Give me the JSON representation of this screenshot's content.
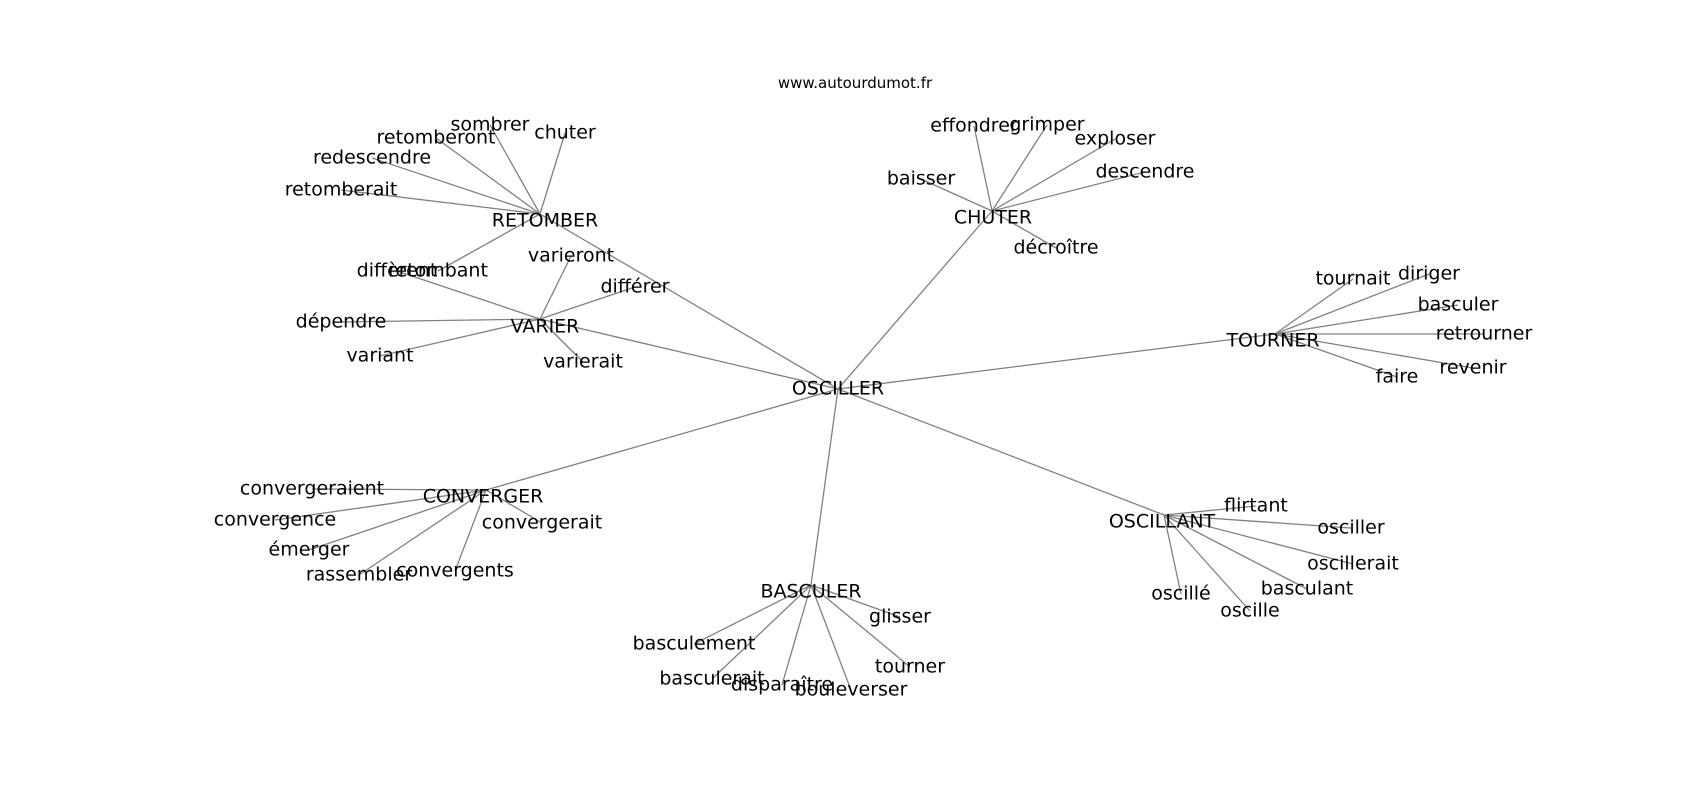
{
  "header": {
    "site": "www.autourdumot.fr"
  },
  "colors": {
    "edge": "#808080",
    "text": "#000000",
    "background": "#ffffff"
  },
  "graph": {
    "center": "OSCILLER",
    "hubs": [
      {
        "id": "RETOMBER",
        "label": "RETOMBER",
        "words": [
          "sombrer",
          "chuter",
          "retomberont",
          "redescendre",
          "retomberait",
          "retombant"
        ]
      },
      {
        "id": "CHUTER",
        "label": "CHUTER",
        "words": [
          "effondrer",
          "grimper",
          "exploser",
          "descendre",
          "baisser",
          "décroître"
        ]
      },
      {
        "id": "VARIER",
        "label": "VARIER",
        "words": [
          "varieront",
          "différer",
          "diffèrent",
          "dépendre",
          "variant",
          "varierait"
        ]
      },
      {
        "id": "TOURNER",
        "label": "TOURNER",
        "words": [
          "tournait",
          "diriger",
          "basculer",
          "retrourner",
          "revenir",
          "faire"
        ]
      },
      {
        "id": "CONVERGER",
        "label": "CONVERGER",
        "words": [
          "convergeraient",
          "convergence",
          "convergerait",
          "émerger",
          "rassembler",
          "convergents"
        ]
      },
      {
        "id": "OSCILLANT",
        "label": "OSCILLANT",
        "words": [
          "flirtant",
          "osciller",
          "oscillerait",
          "basculant",
          "oscillé",
          "oscille"
        ]
      },
      {
        "id": "BASCULER",
        "label": "BASCULER",
        "words": [
          "glisser",
          "basculement",
          "tourner",
          "basculerait",
          "disparaître",
          "bouleverser"
        ]
      }
    ]
  }
}
